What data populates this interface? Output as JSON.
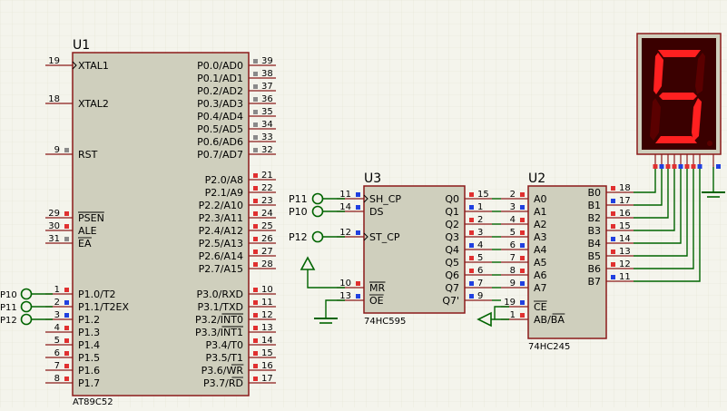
{
  "colors": {
    "background": "#f4f4ec",
    "grid": "#dcdccc",
    "chip_body": "#cfcfbd",
    "chip_border": "#8b1a1a",
    "wire": "#006400",
    "pin_line": "#8b1a1a",
    "pin_high": "#e03030",
    "pin_low": "#2040e0",
    "pin_float": "#8a8a8a",
    "seg_on": "#ff2020",
    "seg_off": "#5a0000",
    "display_body": "#3a0000",
    "text": "#000000"
  },
  "u1": {
    "ref": "U1",
    "part": "AT89C52",
    "left_pins": [
      {
        "num": "19",
        "name": "XTAL1",
        "state": "none"
      },
      {
        "num": "18",
        "name": "XTAL2",
        "state": "none"
      },
      {
        "num": "9",
        "name": "RST",
        "state": "float"
      },
      {
        "num": "29",
        "name": "PSEN",
        "state": "high"
      },
      {
        "num": "30",
        "name": "ALE",
        "state": "high"
      },
      {
        "num": "31",
        "name": "EA",
        "state": "float"
      },
      {
        "num": "1",
        "name": "P1.0/T2",
        "state": "high"
      },
      {
        "num": "2",
        "name": "P1.1/T2EX",
        "state": "low"
      },
      {
        "num": "3",
        "name": "P1.2",
        "state": "low"
      },
      {
        "num": "4",
        "name": "P1.3",
        "state": "high"
      },
      {
        "num": "5",
        "name": "P1.4",
        "state": "high"
      },
      {
        "num": "6",
        "name": "P1.5",
        "state": "high"
      },
      {
        "num": "7",
        "name": "P1.6",
        "state": "high"
      },
      {
        "num": "8",
        "name": "P1.7",
        "state": "high"
      }
    ],
    "right_pins": [
      {
        "num": "39",
        "name": "P0.0/AD0",
        "state": "float"
      },
      {
        "num": "38",
        "name": "P0.1/AD1",
        "state": "float"
      },
      {
        "num": "37",
        "name": "P0.2/AD2",
        "state": "float"
      },
      {
        "num": "36",
        "name": "P0.3/AD3",
        "state": "float"
      },
      {
        "num": "35",
        "name": "P0.4/AD4",
        "state": "float"
      },
      {
        "num": "34",
        "name": "P0.5/AD5",
        "state": "float"
      },
      {
        "num": "33",
        "name": "P0.6/AD6",
        "state": "float"
      },
      {
        "num": "32",
        "name": "P0.7/AD7",
        "state": "float"
      },
      {
        "num": "21",
        "name": "P2.0/A8",
        "state": "high"
      },
      {
        "num": "22",
        "name": "P2.1/A9",
        "state": "high"
      },
      {
        "num": "23",
        "name": "P2.2/A10",
        "state": "high"
      },
      {
        "num": "24",
        "name": "P2.3/A11",
        "state": "high"
      },
      {
        "num": "25",
        "name": "P2.4/A12",
        "state": "high"
      },
      {
        "num": "26",
        "name": "P2.5/A13",
        "state": "high"
      },
      {
        "num": "27",
        "name": "P2.6/A14",
        "state": "high"
      },
      {
        "num": "28",
        "name": "P2.7/A15",
        "state": "high"
      },
      {
        "num": "10",
        "name": "P3.0/RXD",
        "state": "high"
      },
      {
        "num": "11",
        "name": "P3.1/TXD",
        "state": "high"
      },
      {
        "num": "12",
        "name": "P3.2/INT0",
        "state": "high"
      },
      {
        "num": "13",
        "name": "P3.3/INT1",
        "state": "high"
      },
      {
        "num": "14",
        "name": "P3.4/T0",
        "state": "high"
      },
      {
        "num": "15",
        "name": "P3.5/T1",
        "state": "high"
      },
      {
        "num": "16",
        "name": "P3.6/WR",
        "state": "high"
      },
      {
        "num": "17",
        "name": "P3.7/RD",
        "state": "high"
      }
    ],
    "net_labels": [
      "P10",
      "P11",
      "P12"
    ]
  },
  "u3": {
    "ref": "U3",
    "part": "74HC595",
    "left_pins": [
      {
        "num": "11",
        "name": "SH_CP",
        "state": "low"
      },
      {
        "num": "14",
        "name": "DS",
        "state": "low"
      },
      {
        "num": "12",
        "name": "ST_CP",
        "state": "low"
      },
      {
        "num": "10",
        "name": "MR",
        "state": "high"
      },
      {
        "num": "13",
        "name": "OE",
        "state": "low"
      }
    ],
    "right_pins": [
      {
        "num": "15",
        "name": "Q0",
        "state": "high"
      },
      {
        "num": "1",
        "name": "Q1",
        "state": "low"
      },
      {
        "num": "2",
        "name": "Q2",
        "state": "high"
      },
      {
        "num": "3",
        "name": "Q3",
        "state": "high"
      },
      {
        "num": "4",
        "name": "Q4",
        "state": "low"
      },
      {
        "num": "5",
        "name": "Q5",
        "state": "high"
      },
      {
        "num": "6",
        "name": "Q6",
        "state": "high"
      },
      {
        "num": "7",
        "name": "Q7",
        "state": "low"
      },
      {
        "num": "9",
        "name": "Q7'",
        "state": "low"
      }
    ],
    "net_labels": [
      "P11",
      "P10",
      "P12"
    ]
  },
  "u2": {
    "ref": "U2",
    "part": "74HC245",
    "left_pins": [
      {
        "num": "2",
        "name": "A0",
        "state": "high"
      },
      {
        "num": "3",
        "name": "A1",
        "state": "low"
      },
      {
        "num": "4",
        "name": "A2",
        "state": "high"
      },
      {
        "num": "5",
        "name": "A3",
        "state": "high"
      },
      {
        "num": "6",
        "name": "A4",
        "state": "low"
      },
      {
        "num": "7",
        "name": "A5",
        "state": "high"
      },
      {
        "num": "8",
        "name": "A6",
        "state": "high"
      },
      {
        "num": "9",
        "name": "A7",
        "state": "low"
      },
      {
        "num": "19",
        "name": "CE",
        "state": "low"
      },
      {
        "num": "1",
        "name": "AB/BA",
        "state": "high"
      }
    ],
    "right_pins": [
      {
        "num": "18",
        "name": "B0",
        "state": "high"
      },
      {
        "num": "17",
        "name": "B1",
        "state": "low"
      },
      {
        "num": "16",
        "name": "B2",
        "state": "high"
      },
      {
        "num": "15",
        "name": "B3",
        "state": "high"
      },
      {
        "num": "14",
        "name": "B4",
        "state": "low"
      },
      {
        "num": "13",
        "name": "B5",
        "state": "high"
      },
      {
        "num": "12",
        "name": "B6",
        "state": "high"
      },
      {
        "num": "11",
        "name": "B7",
        "state": "low"
      }
    ]
  },
  "display": {
    "digit": "5",
    "segments_on": [
      "a",
      "f",
      "g",
      "c",
      "d"
    ]
  }
}
